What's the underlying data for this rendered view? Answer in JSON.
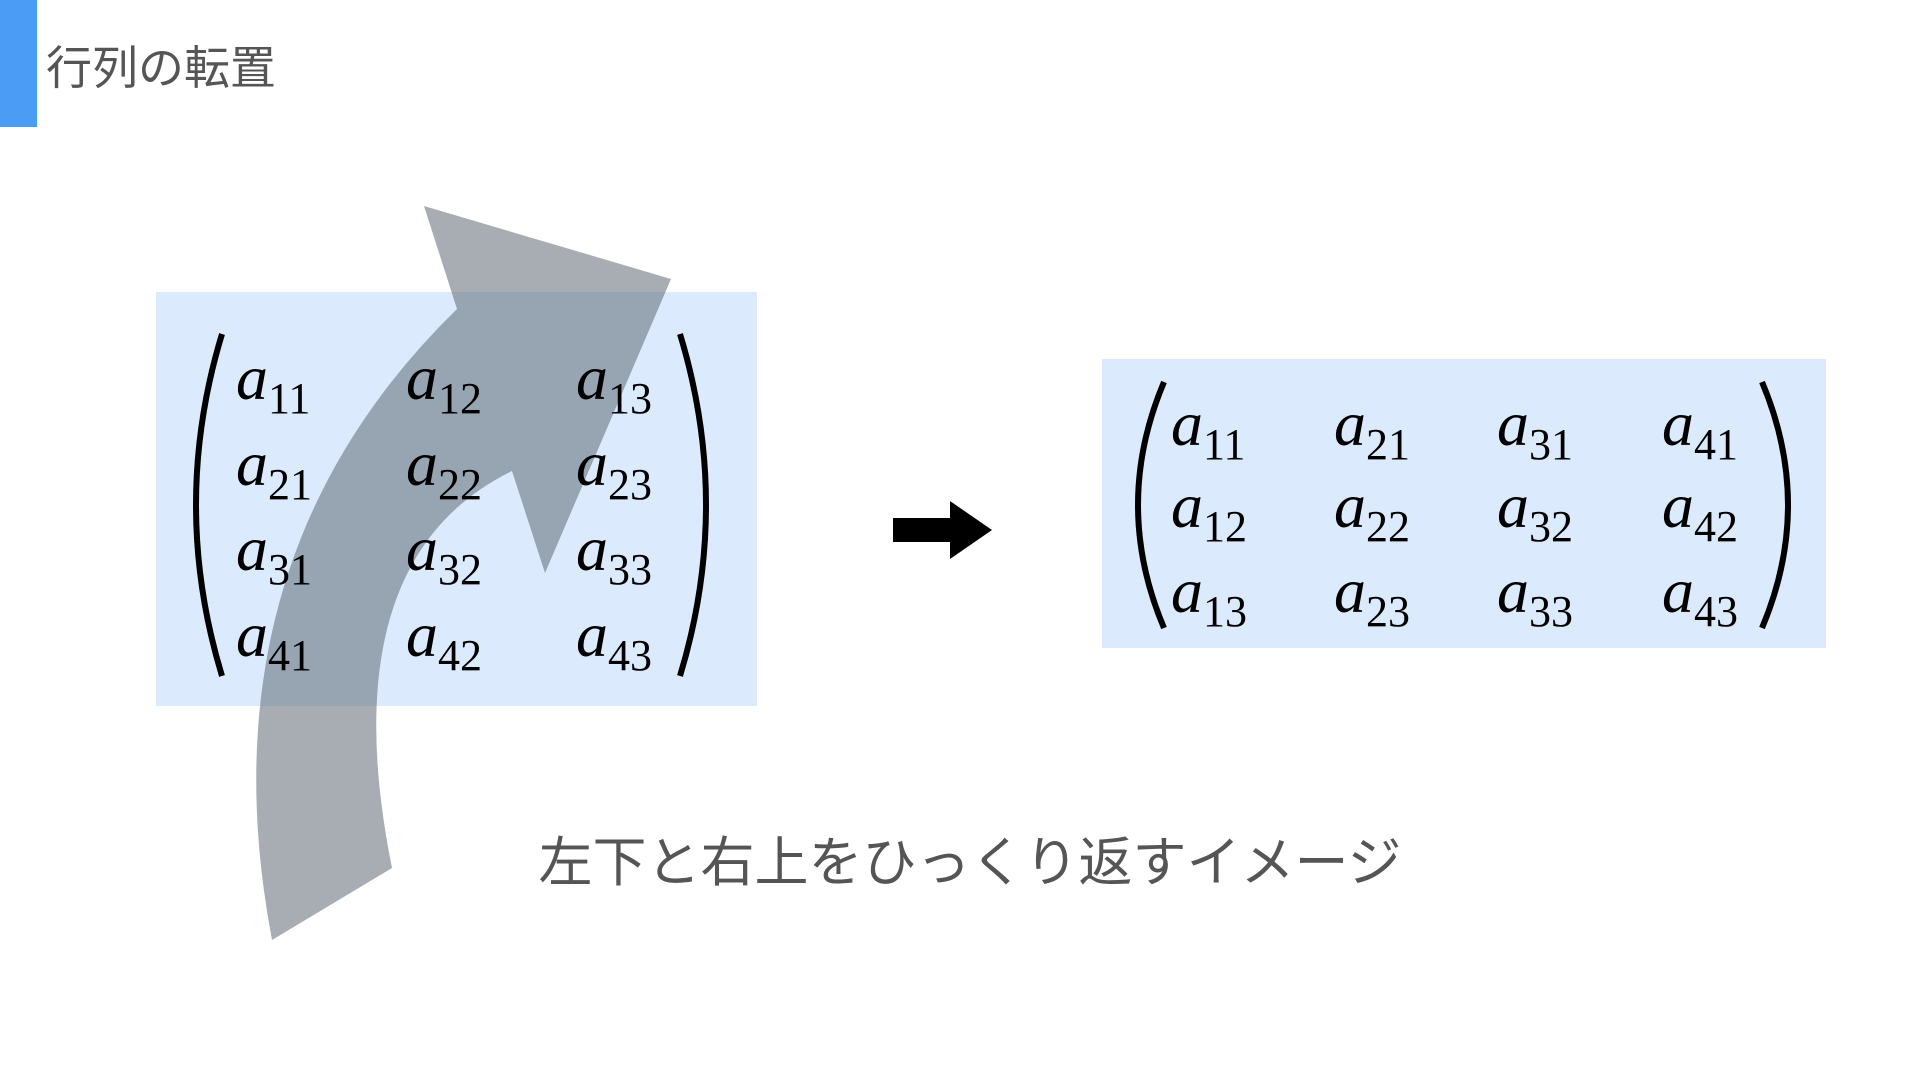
{
  "title": "行列の転置",
  "matrix_symbol": "a",
  "original_matrix": [
    [
      "11",
      "12",
      "13"
    ],
    [
      "21",
      "22",
      "23"
    ],
    [
      "31",
      "32",
      "33"
    ],
    [
      "41",
      "42",
      "43"
    ]
  ],
  "transposed_matrix": [
    [
      "11",
      "21",
      "31",
      "41"
    ],
    [
      "12",
      "22",
      "32",
      "42"
    ],
    [
      "13",
      "23",
      "33",
      "43"
    ]
  ],
  "caption": "左下と右上をひっくり返すイメージ",
  "colors": {
    "accent": "#4a9cf4",
    "box": "#dbeafc",
    "flip_arrow": "#7a7a7a"
  }
}
